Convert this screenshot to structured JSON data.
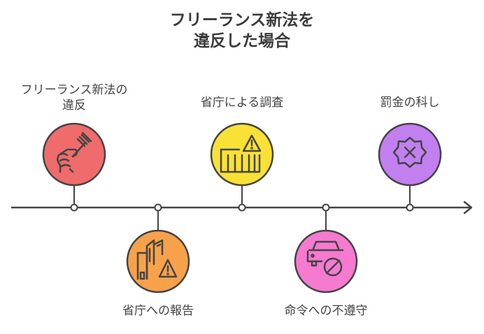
{
  "title": {
    "line1": "フリーランス新法を",
    "line2": "違反した場合"
  },
  "steps": [
    {
      "label_line1": "フリーランス新法の",
      "label_line2": "違反",
      "color": "#f06b6b",
      "icon": "pitchfork-fist-icon"
    },
    {
      "label_line1": "省庁への報告",
      "color": "#f7a24b",
      "icon": "building-warning-icon"
    },
    {
      "label_line1": "省庁による調査",
      "color": "#fae135",
      "icon": "investigation-warning-icon"
    },
    {
      "label_line1": "命令への不遵守",
      "color": "#f57ad0",
      "icon": "car-prohibited-icon"
    },
    {
      "label_line1": "罰金の科し",
      "color": "#c27ff0",
      "icon": "penalty-x-badge-icon"
    }
  ]
}
